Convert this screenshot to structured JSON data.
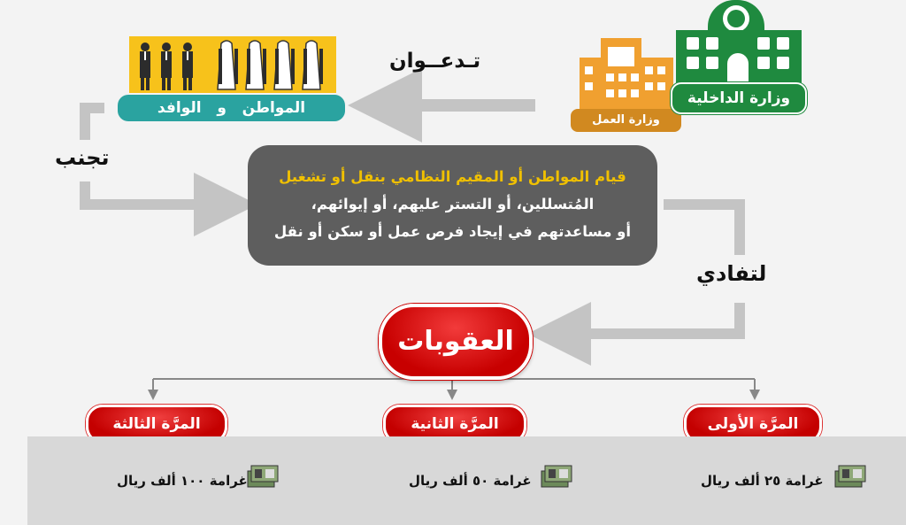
{
  "labels": {
    "summon": "تـدعــوان",
    "avoid": "تجنب",
    "to_avoid": "لتفادي",
    "interior_ministry": "وزارة الداخلية",
    "labor_ministry": "وزارة العمل",
    "citizen_and_expat": "المواطن   و   الوافد"
  },
  "center_text": {
    "line1": "قيام المواطن أو المقيم النظامي بنقل أو تشغيل",
    "line2": "المُتسللين، أو التستر عليهم، أو إيوائهم،",
    "line3": "أو مساعدتهم في إيجاد فرص عمل أو سكن أو نقل"
  },
  "penalties_title": "العقوبات",
  "penalties": [
    {
      "label": "المرَّة الأولى",
      "fine": "غرامة ٢٥ ألف ريال"
    },
    {
      "label": "المرَّة الثانية",
      "fine": "غرامة ٥٠ ألف ريال"
    },
    {
      "label": "المرَّة الثالثة",
      "fine": "غرامة ١٠٠ ألف ريال"
    }
  ],
  "colors": {
    "green": "#1f8a3f",
    "orange": "#f0a030",
    "teal": "#2aa3a0",
    "yellow": "#f7c21b",
    "red": "#d00000",
    "gray_box": "#5e5e5e",
    "arrow": "#c4c4c4"
  },
  "icons": [
    "ministry-building-icon",
    "labor-building-icon",
    "people-icon",
    "money-stack-icon"
  ]
}
